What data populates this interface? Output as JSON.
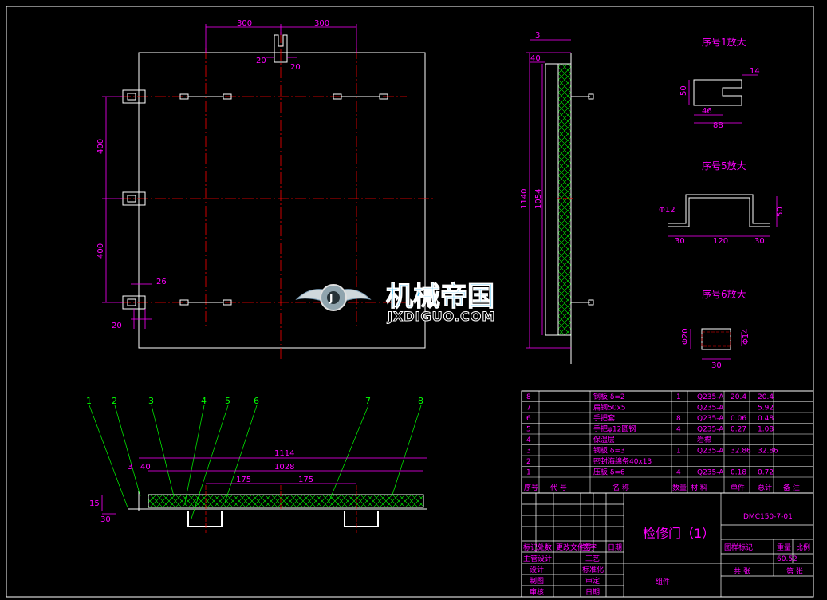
{
  "plan_view": {
    "top_dims": [
      "300",
      "300",
      "20",
      "20"
    ],
    "side_dims": [
      "400",
      "400",
      "26",
      "20"
    ]
  },
  "side_view": {
    "dims": [
      "3",
      "40",
      "1140",
      "1054"
    ]
  },
  "details": [
    {
      "title": "序号1放大",
      "dims": [
        "14",
        "50",
        "46",
        "88"
      ]
    },
    {
      "title": "序号5放大",
      "dims": [
        "Φ12",
        "50",
        "30",
        "120",
        "30"
      ]
    },
    {
      "title": "序号6放大",
      "dims": [
        "Φ20",
        "Φ14",
        "30"
      ]
    }
  ],
  "section": {
    "balloons": [
      "1",
      "2",
      "3",
      "4",
      "5",
      "6",
      "7",
      "8"
    ],
    "dims": [
      "1114",
      "1028",
      "3",
      "40",
      "175",
      "175",
      "15",
      "30"
    ]
  },
  "watermark": {
    "brand": "机械帝国",
    "url": "JXDIGUO.COM"
  },
  "bom": {
    "rows": [
      [
        "8",
        "钢板 δ=2",
        "1",
        "Q235-A",
        "20.4",
        "20.4",
        ""
      ],
      [
        "7",
        "扁钢50x5",
        "",
        "Q235-A",
        "",
        "5.92",
        ""
      ],
      [
        "6",
        "手把套",
        "8",
        "Q235-A",
        "0.06",
        "0.48",
        ""
      ],
      [
        "5",
        "手把φ12圆钢",
        "4",
        "Q235-A",
        "0.27",
        "1.08",
        ""
      ],
      [
        "4",
        "保温层",
        "",
        "岩棉",
        "",
        "",
        ""
      ],
      [
        "3",
        "钢板 δ=3",
        "1",
        "Q235-A",
        "32.86",
        "32.86",
        ""
      ],
      [
        "2",
        "密封海绵条40x13",
        "",
        "",
        "",
        "",
        ""
      ],
      [
        "1",
        "压板 δ=6",
        "4",
        "Q235-A",
        "0.18",
        "0.72",
        ""
      ]
    ],
    "header": [
      "序号",
      "代  号",
      "名  称",
      "数量",
      "材  料",
      "单件",
      "总计",
      "备  注"
    ]
  },
  "title_block": {
    "drawing_name": "检修门（1）",
    "drawing_no": "DMC150-7-01",
    "row1": [
      "标记",
      "处数",
      "更改文件号",
      "签字",
      "日期"
    ],
    "left_labels": [
      "主管设计",
      "设计",
      "制图",
      "审核"
    ],
    "mid_labels": [
      "工艺",
      "标准化",
      "审定",
      "日期"
    ],
    "stage_labels": [
      "图样标记",
      "重量",
      "比例"
    ],
    "weight": "60.52",
    "sheets": [
      "共  张",
      "第  张"
    ],
    "assembly": "组件"
  },
  "colors": {
    "bg": "#000000",
    "dim": "#ff00ff",
    "outline": "#ffffff",
    "center": "#ff0000",
    "leader": "#00ff00",
    "hatch": "#00ff00",
    "table": "#ffffff"
  }
}
